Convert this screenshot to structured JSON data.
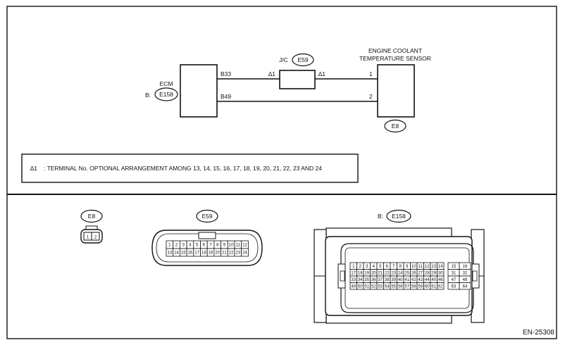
{
  "ecm": {
    "label": "ECM",
    "connector_prefix": "B:",
    "connector_id": "E158",
    "terminal_top": "B33",
    "terminal_bottom": "B49"
  },
  "jc": {
    "label": "J/C",
    "connector_id": "E59",
    "left_mark": "∆1",
    "right_mark": "∆1"
  },
  "sensor": {
    "title_line1": "ENGINE COOLANT",
    "title_line2": "TEMPERATURE SENSOR",
    "terminal_1": "1",
    "terminal_2": "2",
    "connector_id": "E8"
  },
  "note": {
    "mark": "∆1",
    "text": ": TERMINAL No. OPTIONAL ARRANGEMENT AMONG 13, 14, 15, 16, 17, 18, 19, 20, 21, 22, 23 AND 24"
  },
  "connectors": {
    "e8": {
      "id": "E8",
      "pins": [
        "1",
        "2"
      ]
    },
    "e59": {
      "id": "E59",
      "rows": [
        [
          "1",
          "2",
          "3",
          "4",
          "5",
          "6",
          "7",
          "8",
          "9",
          "10",
          "11",
          "12"
        ],
        [
          "13",
          "14",
          "15",
          "16",
          "17",
          "18",
          "19",
          "20",
          "21",
          "22",
          "23",
          "24"
        ]
      ]
    },
    "e158": {
      "prefix": "B:",
      "id": "E158",
      "main_rows": [
        [
          "1",
          "2",
          "3",
          "4",
          "5",
          "6",
          "7",
          "8",
          "9",
          "10",
          "11",
          "12",
          "13",
          "14"
        ],
        [
          "17",
          "18",
          "19",
          "20",
          "21",
          "22",
          "23",
          "24",
          "25",
          "26",
          "27",
          "28",
          "29",
          "30"
        ],
        [
          "33",
          "34",
          "35",
          "36",
          "37",
          "38",
          "39",
          "40",
          "41",
          "42",
          "43",
          "44",
          "45",
          "46"
        ],
        [
          "49",
          "50",
          "51",
          "52",
          "53",
          "54",
          "55",
          "56",
          "57",
          "58",
          "59",
          "60",
          "61",
          "62"
        ]
      ],
      "side_rows": [
        [
          "15",
          "16"
        ],
        [
          "31",
          "32"
        ],
        [
          "47",
          "48"
        ],
        [
          "63",
          "64"
        ]
      ]
    }
  },
  "figure_code": "EN-25308"
}
